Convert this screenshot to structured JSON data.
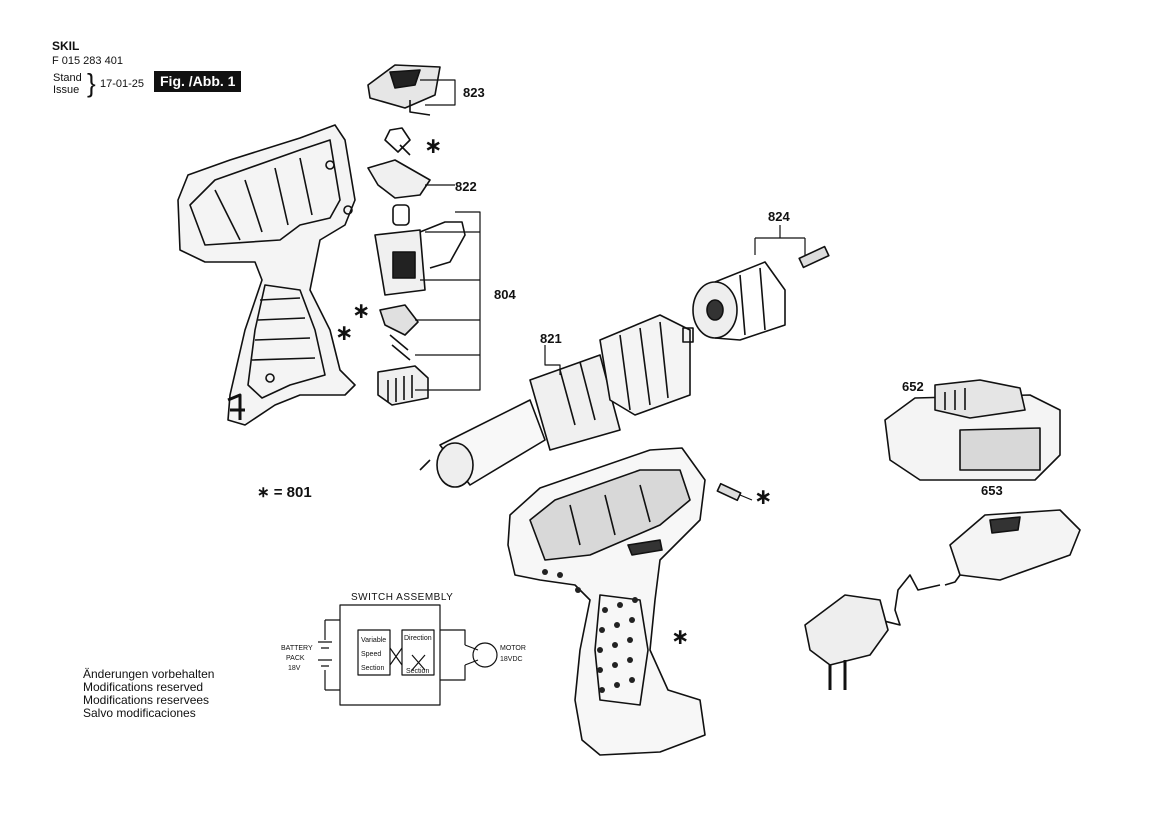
{
  "header": {
    "brand": "SKIL",
    "part_number": "F 015 283 401",
    "stand": "Stand",
    "issue": "Issue",
    "date": "17-01-25",
    "figure": "Fig. /Abb. 1"
  },
  "labels": {
    "p823": "823",
    "p822": "822",
    "p804": "804",
    "p824": "824",
    "p821": "821",
    "p652": "652",
    "p653": "653",
    "legend": "∗ = 801"
  },
  "star": "∗",
  "schematic": {
    "title": "SWITCH ASSEMBLY",
    "battery_1": "BATTERY",
    "battery_2": "PACK",
    "battery_3": "18V",
    "variable_1": "Variable",
    "variable_2": "Speed",
    "variable_3": "Section",
    "direction_1": "Direction",
    "direction_2": "Section",
    "motor_1": "MOTOR",
    "motor_2": "18VDC"
  },
  "notes": [
    "Änderungen vorbehalten",
    "Modifications reserved",
    "Modifications reservees",
    "Salvo modificaciones"
  ]
}
